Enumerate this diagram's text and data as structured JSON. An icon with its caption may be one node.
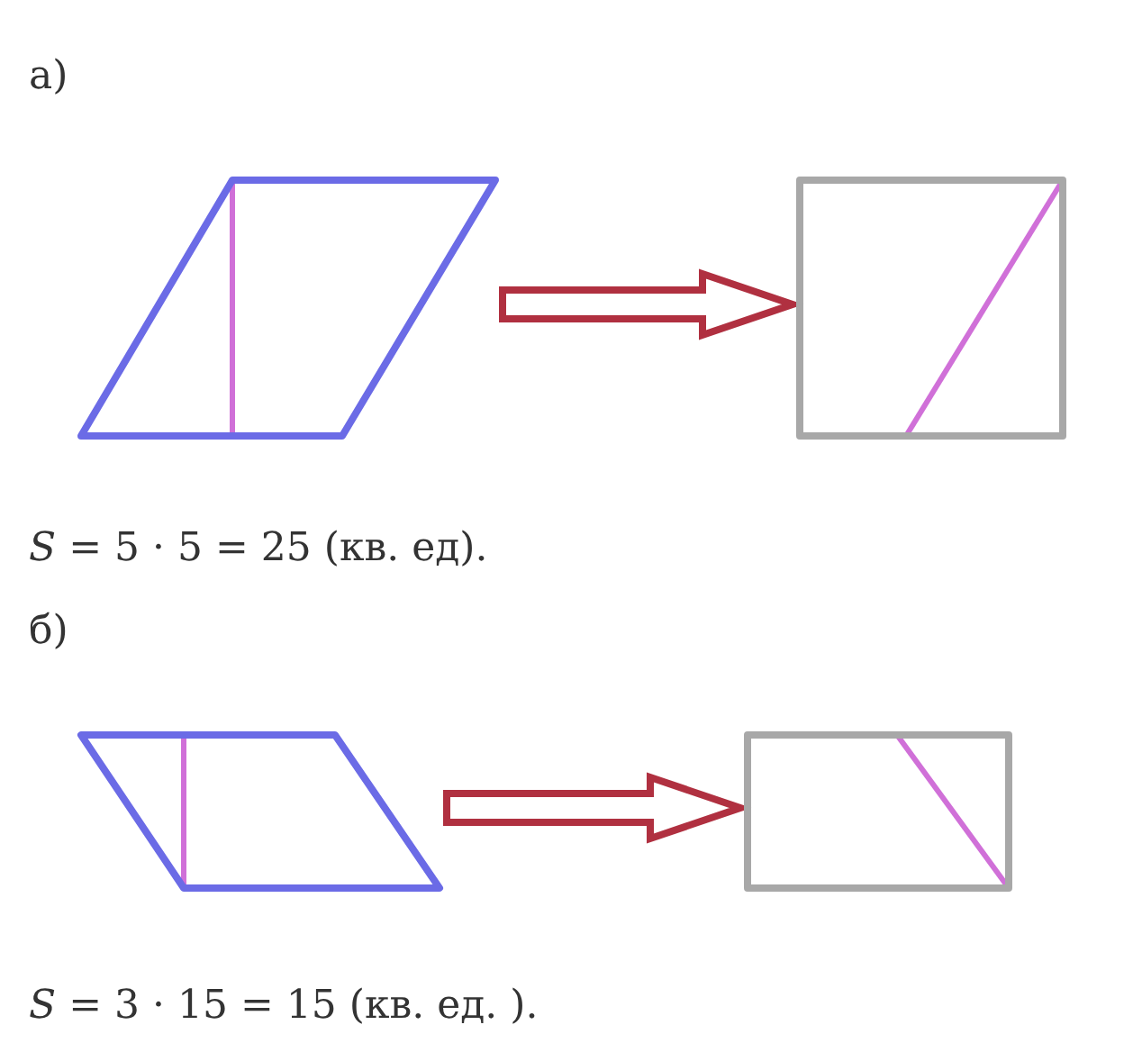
{
  "diagram": {
    "nodes": [
      {
        "text": [],
        "shape": "parallelogram"
      },
      {
        "text": [],
        "shape": "box"
      },
      {
        "text": [],
        "shape": "parallelogram"
      },
      {
        "text": [],
        "shape": "box"
      }
    ],
    "edges": [
      {
        "from": 0,
        "to": 1,
        "arrow": "to"
      },
      {
        "from": 2,
        "to": 3,
        "arrow": "to"
      }
    ],
    "labels": [
      "а)",
      "*S* = 5 · 5 = 25 (кв. ед).",
      "б)",
      "*S* = 3 · 15 = 15 (кв. ед. )."
    ]
  }
}
